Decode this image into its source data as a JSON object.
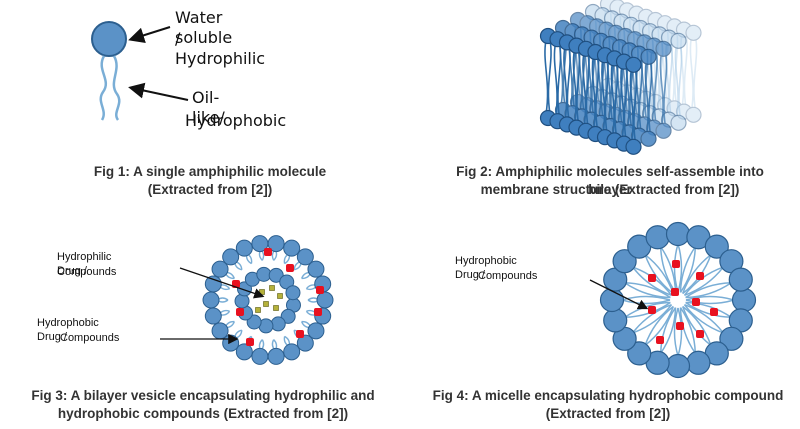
{
  "colors": {
    "head": "#5b92c7",
    "head_stroke": "#2c5f8f",
    "tail": "#7aaed6",
    "drug_hydrophobic": "#e8111f",
    "drug_hydrophilic": "#b5b13a",
    "text": "#111111",
    "caption": "#333333"
  },
  "fig1": {
    "label_top_line1": "Water soluble",
    "label_top_line2": "/ Hydrophilic",
    "label_bottom_line1": "Oil-like/",
    "label_bottom_line2": "Hydrophobic",
    "caption_line1": "Fig 1: A single amphiphilic molecule",
    "caption_line2": "(Extracted from [2])"
  },
  "fig2": {
    "caption_line1": "Fig 2: Amphiphilic molecules self-assemble into bilayer",
    "caption_line2": "membrane structure (Extracted from [2])"
  },
  "fig3": {
    "label_hydrophilic_line1": "Hydrophilic Drug /",
    "label_hydrophilic_line2": "Compounds",
    "label_hydrophobic_line1": "Hydrophobic Drug /",
    "label_hydrophobic_line2": "Compounds",
    "caption_line1": "Fig 3: A bilayer vesicle encapsulating hydrophilic and",
    "caption_line2": "hydrophobic compounds (Extracted from [2])"
  },
  "fig4": {
    "label_line1": "Hydrophobic Drug /",
    "label_line2": "Compounds",
    "caption_line1": "Fig 4: A micelle encapsulating hydrophobic compound",
    "caption_line2": "(Extracted from [2])"
  }
}
